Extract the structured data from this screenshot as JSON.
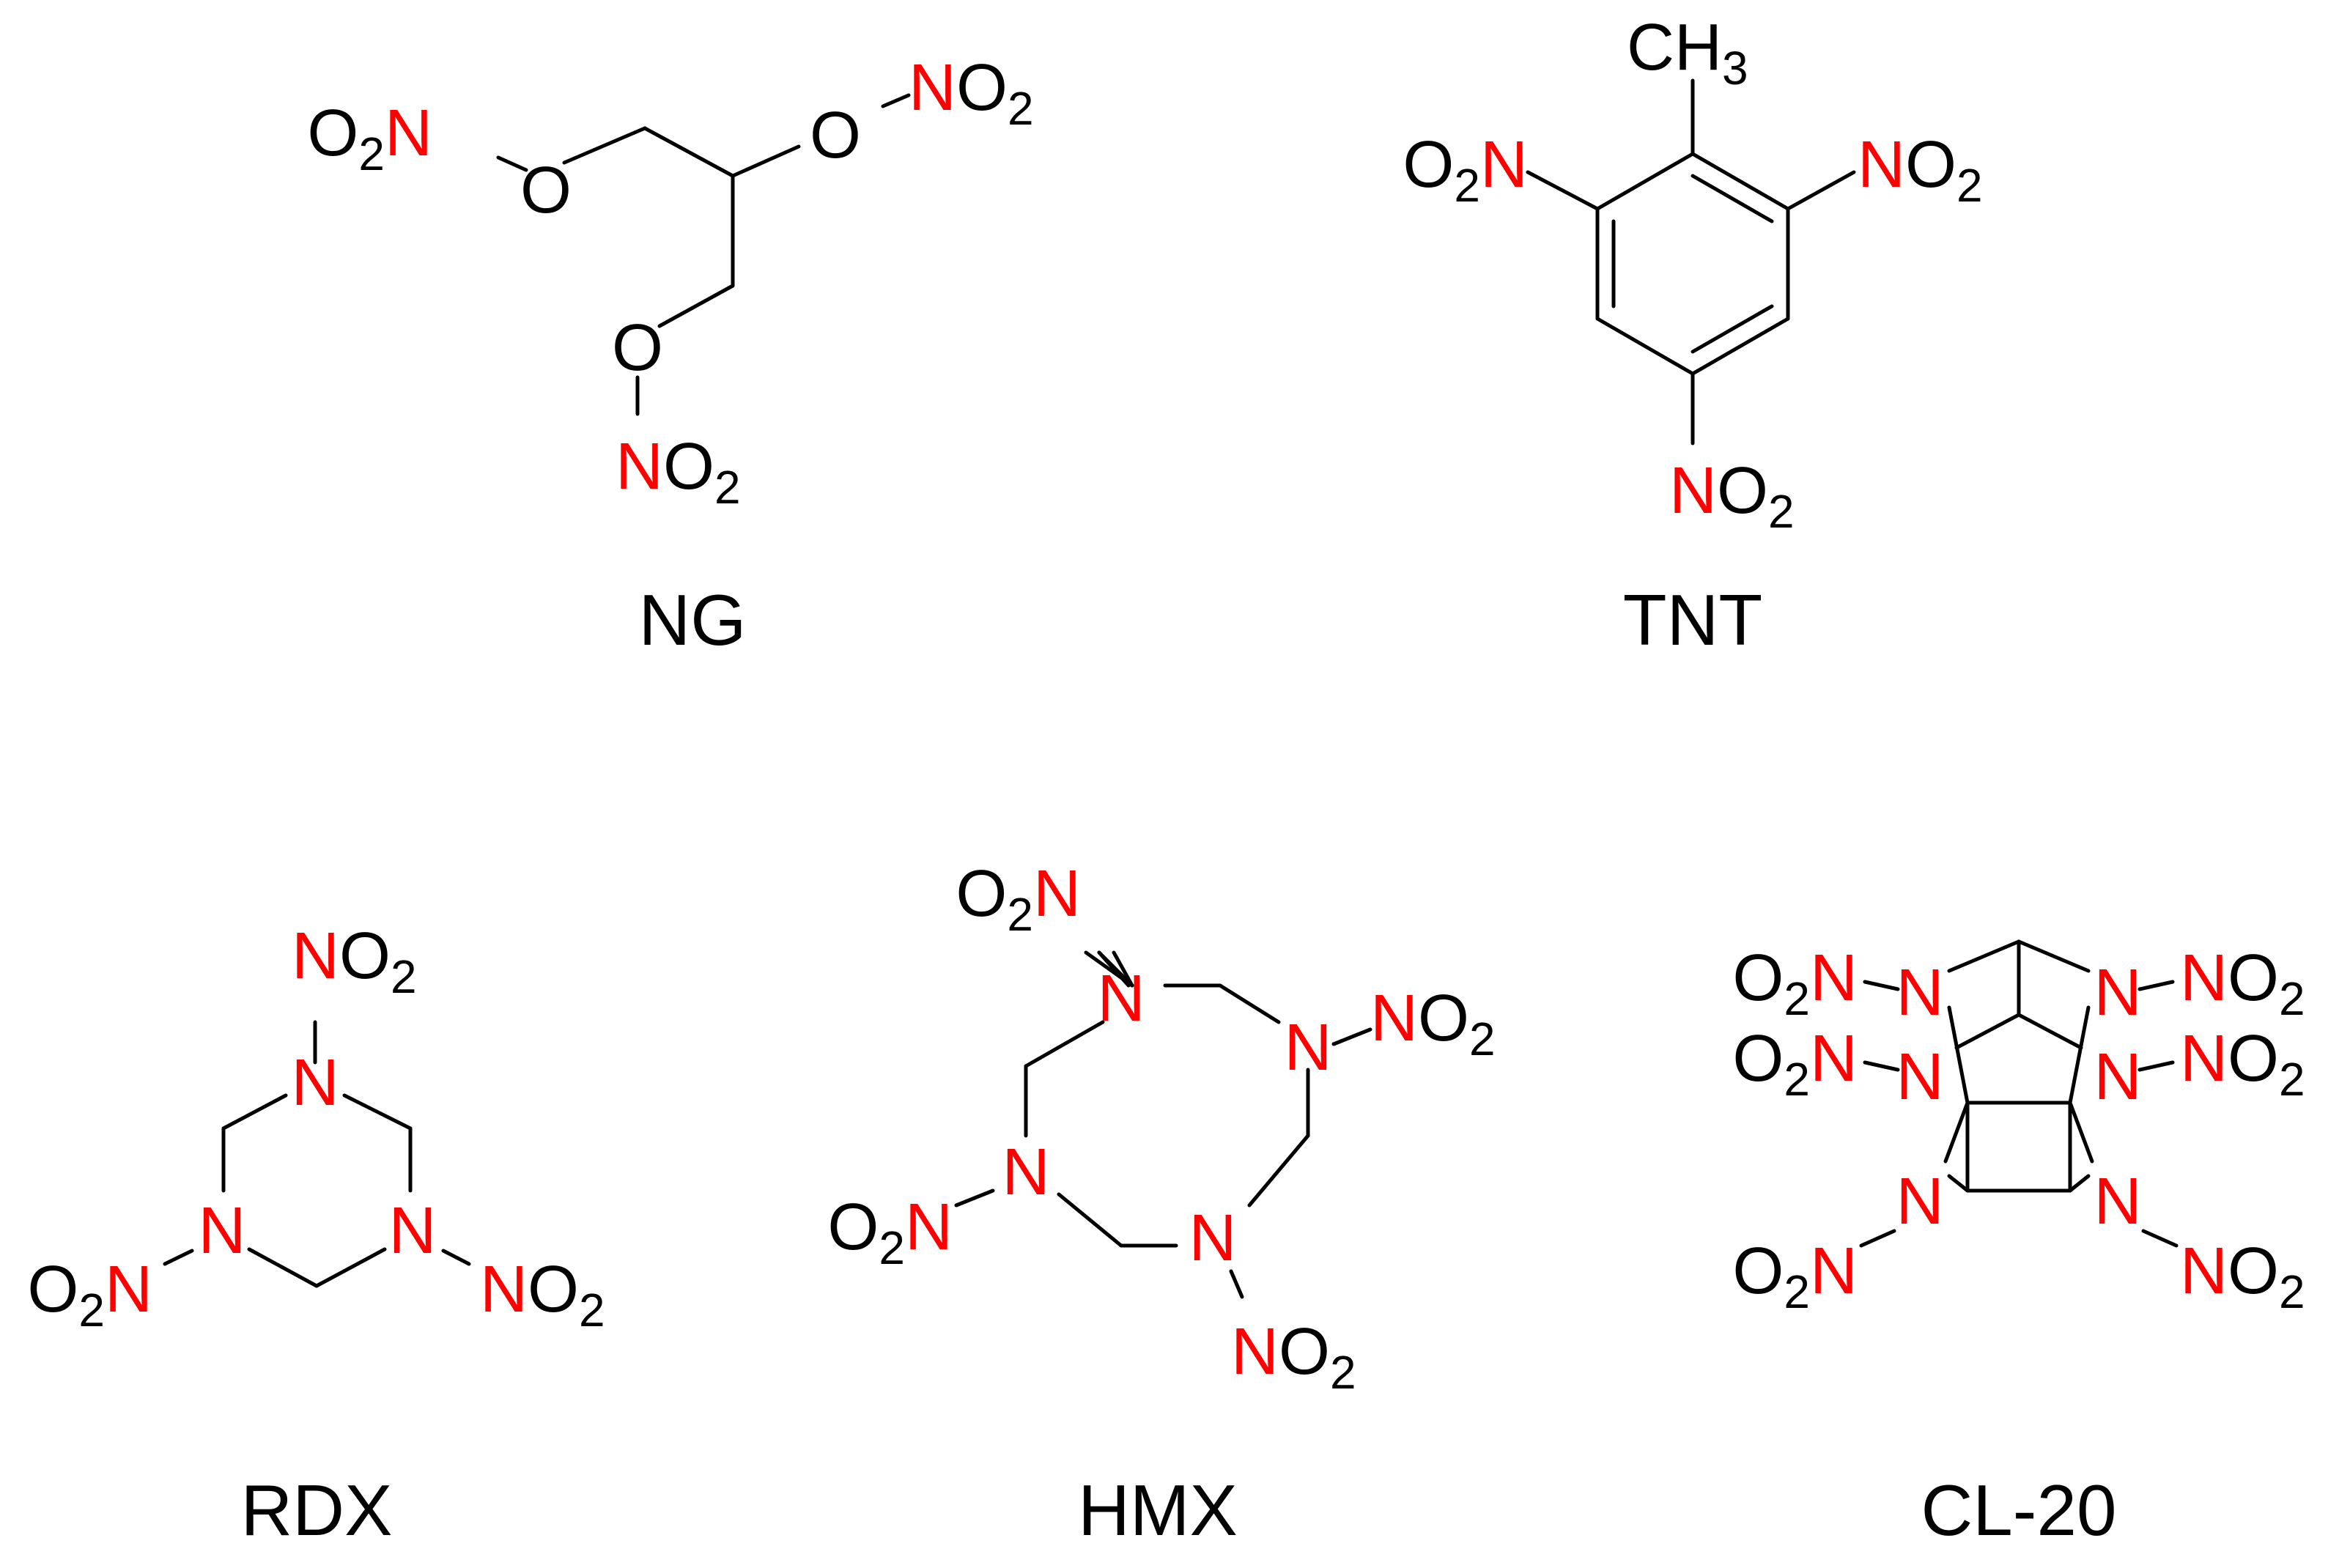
{
  "colors": {
    "nitrogen": "#ff0000",
    "bond": "#000000",
    "text": "#000000",
    "background": "#ffffff"
  },
  "groups": {
    "nitro_left": {
      "o": "O",
      "sub": "2",
      "n": "N"
    },
    "nitro_right": {
      "n": "N",
      "o": "O",
      "sub": "2"
    },
    "methyl": {
      "c": "CH",
      "sub": "3"
    },
    "ring_n": "N",
    "ether_o": "O"
  },
  "compounds": [
    {
      "name": "NG"
    },
    {
      "name": "TNT"
    },
    {
      "name": "RDX"
    },
    {
      "name": "HMX"
    },
    {
      "name": "CL-20"
    }
  ]
}
